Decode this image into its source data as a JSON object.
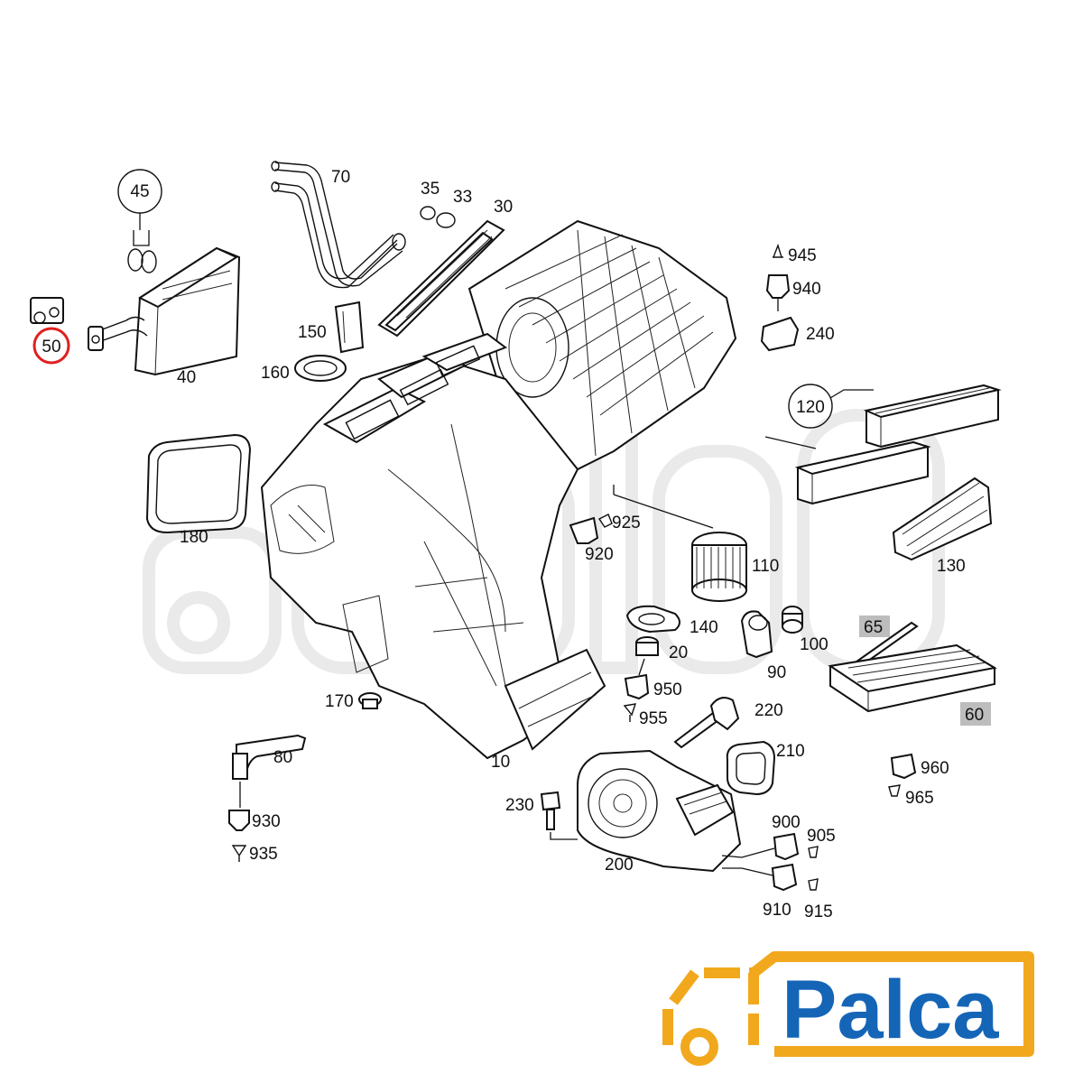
{
  "diagram": {
    "callouts": {
      "p10": "10",
      "p20": "20",
      "p30": "30",
      "p33": "33",
      "p35": "35",
      "p40": "40",
      "p45": "45",
      "p50": "50",
      "p60": "60",
      "p65": "65",
      "p70": "70",
      "p80": "80",
      "p90": "90",
      "p100": "100",
      "p110": "110",
      "p120": "120",
      "p130": "130",
      "p140": "140",
      "p150": "150",
      "p160": "160",
      "p170": "170",
      "p180": "180",
      "p200": "200",
      "p210": "210",
      "p220": "220",
      "p230": "230",
      "p240": "240",
      "p900": "900",
      "p905": "905",
      "p910": "910",
      "p915": "915",
      "p920": "920",
      "p925": "925",
      "p930": "930",
      "p935": "935",
      "p940": "940",
      "p945": "945",
      "p950": "950",
      "p955": "955",
      "p960": "960",
      "p965": "965"
    },
    "highlighted_part": "50",
    "highlight_color": "#e02020"
  },
  "brand": {
    "logo_text": "Palca",
    "text_color": "#1565b7",
    "accent_color": "#f2a81d",
    "icon": "truck-icon"
  }
}
